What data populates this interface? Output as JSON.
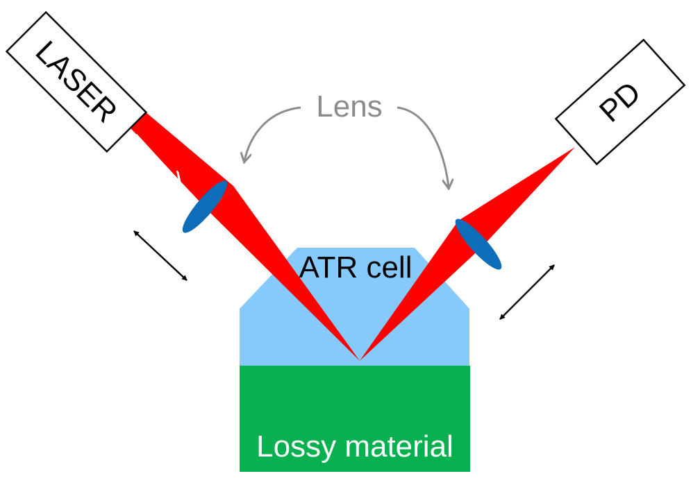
{
  "labels": {
    "laser": "LASER",
    "detector": "PD",
    "lens": "Lens",
    "atr_cell": "ATR cell",
    "material": "Lossy material"
  },
  "colors": {
    "beam": "#ff0000",
    "lens": "#0d6db8",
    "atr_cell": "#86c9fb",
    "material": "#08b050",
    "lens_label": "#8c8c8c",
    "outline": "#000000"
  }
}
